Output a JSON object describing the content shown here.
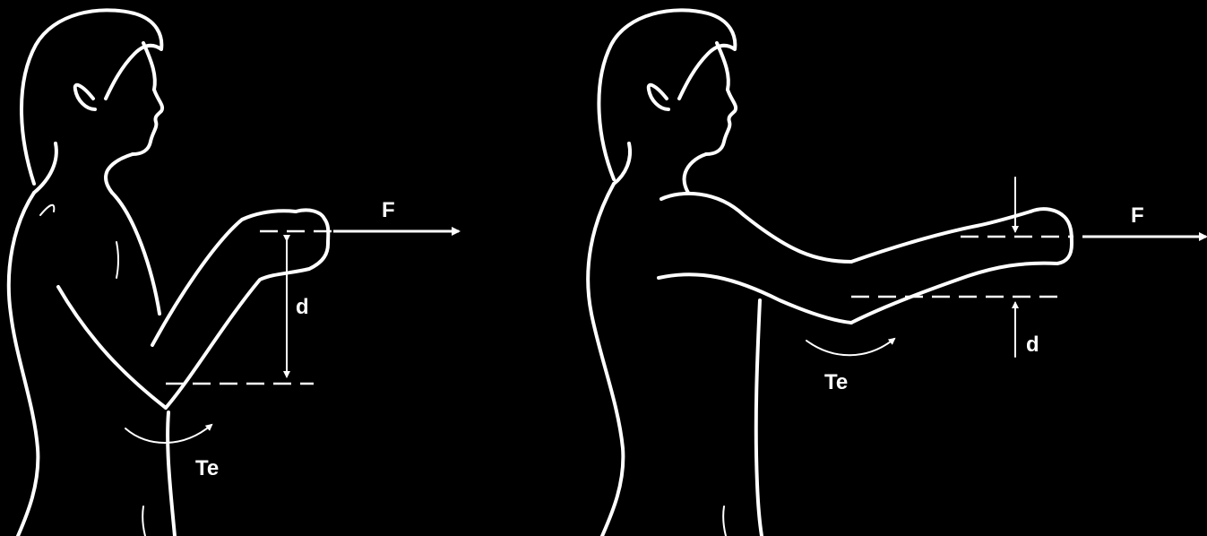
{
  "colors": {
    "background": "#000000",
    "line": "#ffffff"
  },
  "left_figure": {
    "force_label": "F",
    "distance_label": "d",
    "torque_label": "Te"
  },
  "right_figure": {
    "force_label": "F",
    "distance_label": "d",
    "torque_label": "Te"
  }
}
